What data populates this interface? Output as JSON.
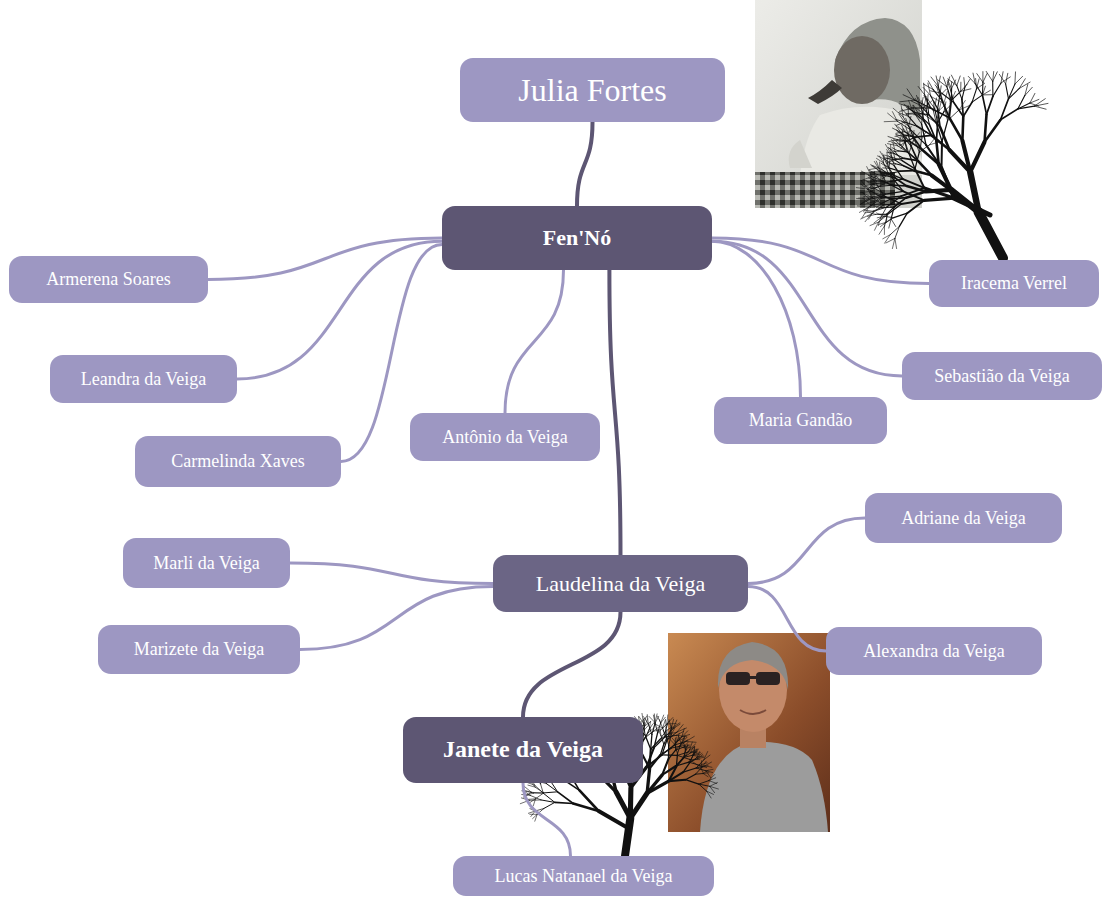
{
  "diagram": {
    "nodes": [
      {
        "text": [
          "Julia Fortes"
        ]
      },
      {
        "text": [
          "Fen'Nó"
        ]
      },
      {
        "text": [
          "Armerena Soares"
        ]
      },
      {
        "text": [
          "Leandra da Veiga"
        ]
      },
      {
        "text": [
          "Carmelinda Xaves"
        ]
      },
      {
        "text": [
          "Antônio da Veiga"
        ]
      },
      {
        "text": [
          "Maria Gandão"
        ]
      },
      {
        "text": [
          "Sebastião da Veiga"
        ]
      },
      {
        "text": [
          "Iracema Verrel"
        ]
      },
      {
        "text": [
          "Laudelina da Veiga"
        ]
      },
      {
        "text": [
          "Marli da Veiga"
        ]
      },
      {
        "text": [
          "Marizete da Veiga"
        ]
      },
      {
        "text": [
          "Adriane da Veiga"
        ]
      },
      {
        "text": [
          "Alexandra da Veiga"
        ]
      },
      {
        "text": [
          "Janete da Veiga"
        ]
      },
      {
        "text": [
          "Lucas Natanael da Veiga"
        ]
      }
    ],
    "edges": [
      {
        "from": 0,
        "to": 1,
        "arrow": "none"
      },
      {
        "from": 1,
        "to": 2,
        "arrow": "none"
      },
      {
        "from": 1,
        "to": 3,
        "arrow": "none"
      },
      {
        "from": 1,
        "to": 4,
        "arrow": "none"
      },
      {
        "from": 1,
        "to": 5,
        "arrow": "none"
      },
      {
        "from": 1,
        "to": 6,
        "arrow": "none"
      },
      {
        "from": 1,
        "to": 7,
        "arrow": "none"
      },
      {
        "from": 1,
        "to": 8,
        "arrow": "none"
      },
      {
        "from": 1,
        "to": 9,
        "arrow": "none"
      },
      {
        "from": 9,
        "to": 10,
        "arrow": "none"
      },
      {
        "from": 9,
        "to": 11,
        "arrow": "none"
      },
      {
        "from": 9,
        "to": 12,
        "arrow": "none"
      },
      {
        "from": 9,
        "to": 13,
        "arrow": "none"
      },
      {
        "from": 9,
        "to": 14,
        "arrow": "none"
      },
      {
        "from": 14,
        "to": 15,
        "arrow": "none"
      }
    ]
  }
}
